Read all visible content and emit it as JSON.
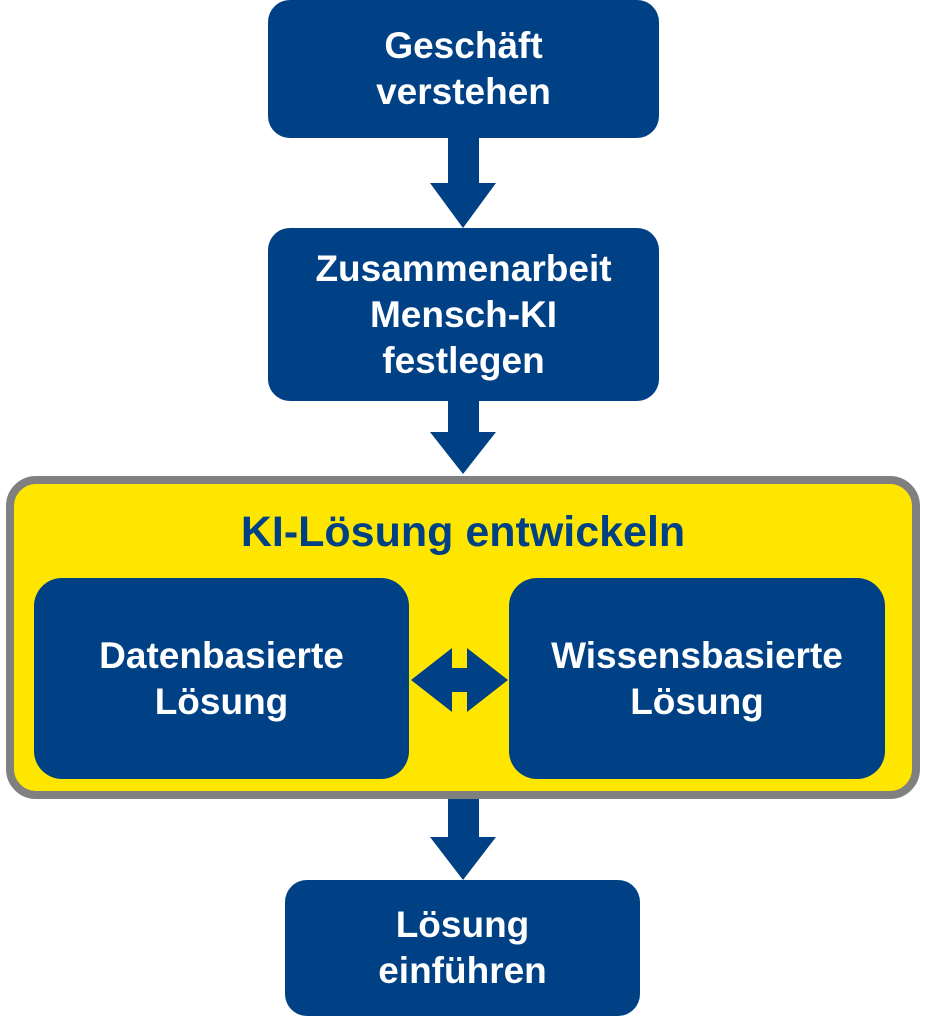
{
  "diagram": {
    "colors": {
      "box": "#004185",
      "container": "#ffe600",
      "container_border": "#808080",
      "text_light": "#ffffff",
      "text_dark": "#004185"
    },
    "steps": [
      {
        "label": "Geschäft\nverstehen"
      },
      {
        "label": "Zusammenarbeit\nMensch-KI\nfestlegen"
      },
      {
        "label": "Lösung\neinführen"
      }
    ],
    "container": {
      "title": "KI-Lösung entwickeln",
      "sub_boxes": [
        {
          "label": "Datenbasierte\nLösung"
        },
        {
          "label": "Wissensbasierte\nLösung"
        }
      ]
    }
  }
}
